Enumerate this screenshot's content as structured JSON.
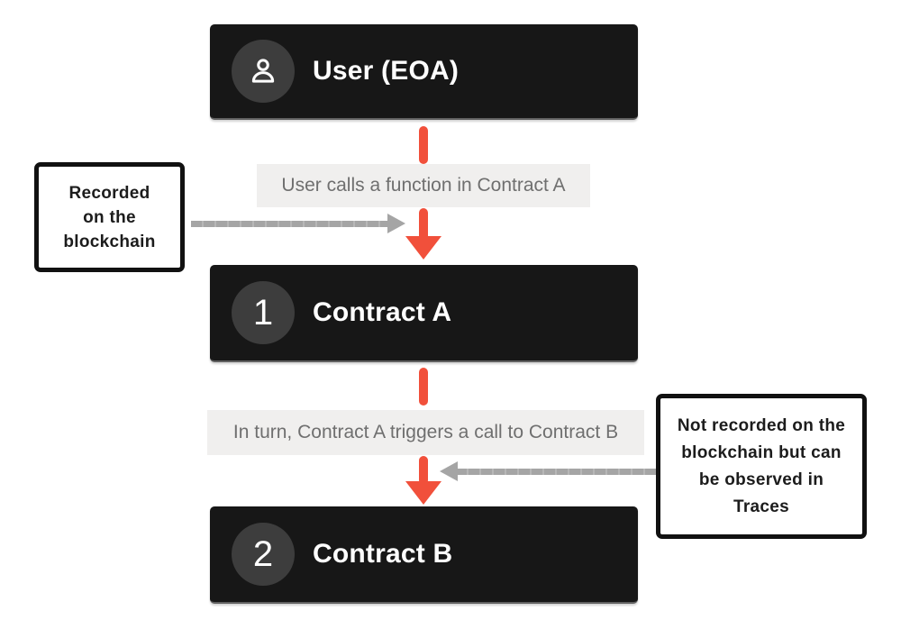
{
  "diagram": {
    "nodes": {
      "user": {
        "title": "User (EOA)"
      },
      "contract_a": {
        "number": "1",
        "title": "Contract A"
      },
      "contract_b": {
        "number": "2",
        "title": "Contract B"
      }
    },
    "flow_labels": {
      "step1": "User calls a function in Contract A",
      "step2": "In turn, Contract A triggers a call to Contract B"
    },
    "notes": {
      "left": {
        "lines": [
          "Recorded",
          "on the",
          "blockchain"
        ]
      },
      "right": {
        "lines": [
          "Not recorded on the",
          "blockchain but can",
          "be observed in",
          "Traces"
        ]
      }
    },
    "colors": {
      "node_bg": "#171717",
      "badge_bg": "#3D3D3D",
      "arrow_orange": "#F1503B",
      "arrow_gray": "#A5A5A5",
      "label_bg": "#F0EFEE",
      "label_text": "#6F6F6F",
      "note_text": "#1C1C1C",
      "note_border": "#111111",
      "background": "#FFFFFF"
    }
  }
}
